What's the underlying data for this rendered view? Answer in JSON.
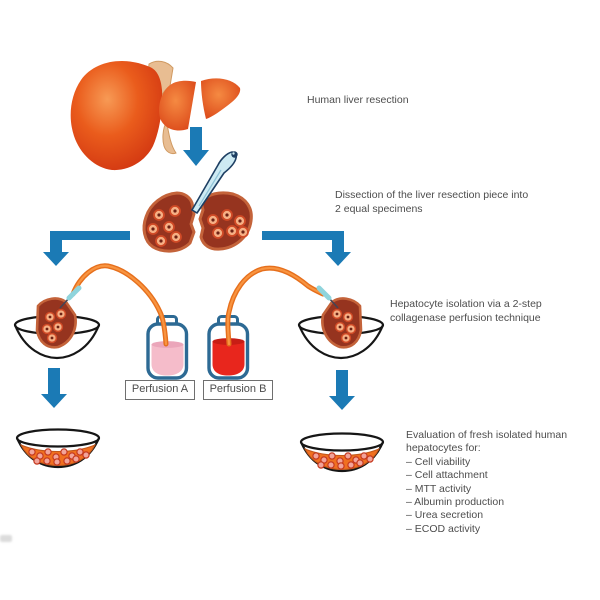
{
  "figure": {
    "type": "workflow-diagram",
    "steps": {
      "step1": {
        "label": "Human liver resection"
      },
      "step2": {
        "line1": "Dissection of the liver resection piece into",
        "line2": "2 equal specimens"
      },
      "step3": {
        "line1": "Hepatocyte isolation via a 2-step",
        "line2": "collagenase perfusion technique"
      },
      "step4": {
        "line1": "Evaluation of fresh isolated human",
        "line2": "hepatocytes for:",
        "items": [
          "– Cell viability",
          "– Cell attachment",
          "– MTT activity",
          "– Albumin production",
          "– Urea secretion",
          "– ECOD activity"
        ]
      }
    },
    "bottles": {
      "a_label": "Perfusion A",
      "b_label": "Perfusion B"
    },
    "colors": {
      "arrow_blue": "#1b7ab5",
      "tube_orange": "#f58220",
      "liver_red": "#d9391a",
      "specimen_brown": "#96341f",
      "bottle_a_liquid": "#f5bcca",
      "bottle_b_liquid": "#e8261d",
      "cell_orange": "#f6b085",
      "text_gray": "#4d4d4d"
    }
  }
}
